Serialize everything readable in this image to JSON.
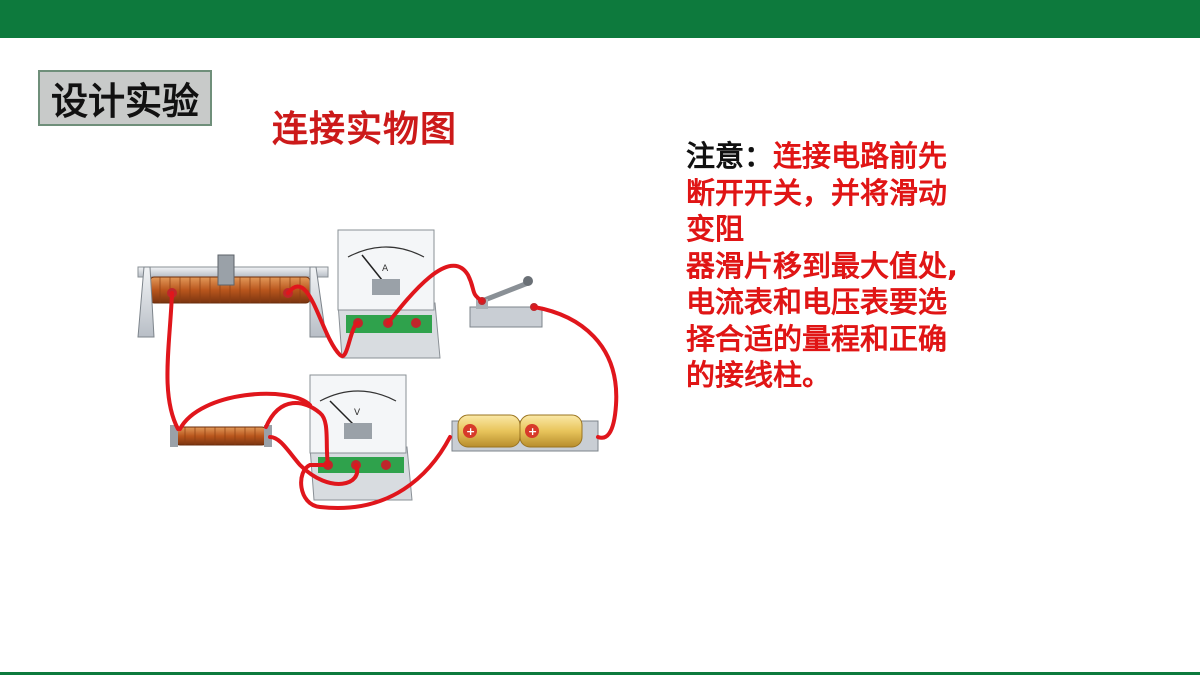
{
  "colors": {
    "header_green": "#0d7a3d",
    "tag_bg": "#c8cac9",
    "accent_red": "#cc1a1a",
    "note_red": "#e01515",
    "wire_red": "#e0161c",
    "coil_copper": "#b9561d"
  },
  "section_tag": "设计实验",
  "diagram_title": "连接实物图",
  "note": {
    "label": "注意：",
    "first_line": "连接电路前先",
    "rest": "断开开关，并将滑动\n变阻\n器滑片移到最大值处,\n电流表和电压表要选\n择合适的量程和正确\n的接线柱。"
  },
  "circuit": {
    "meter_symbols": [
      "A",
      "V"
    ],
    "cell_symbol": "+"
  }
}
